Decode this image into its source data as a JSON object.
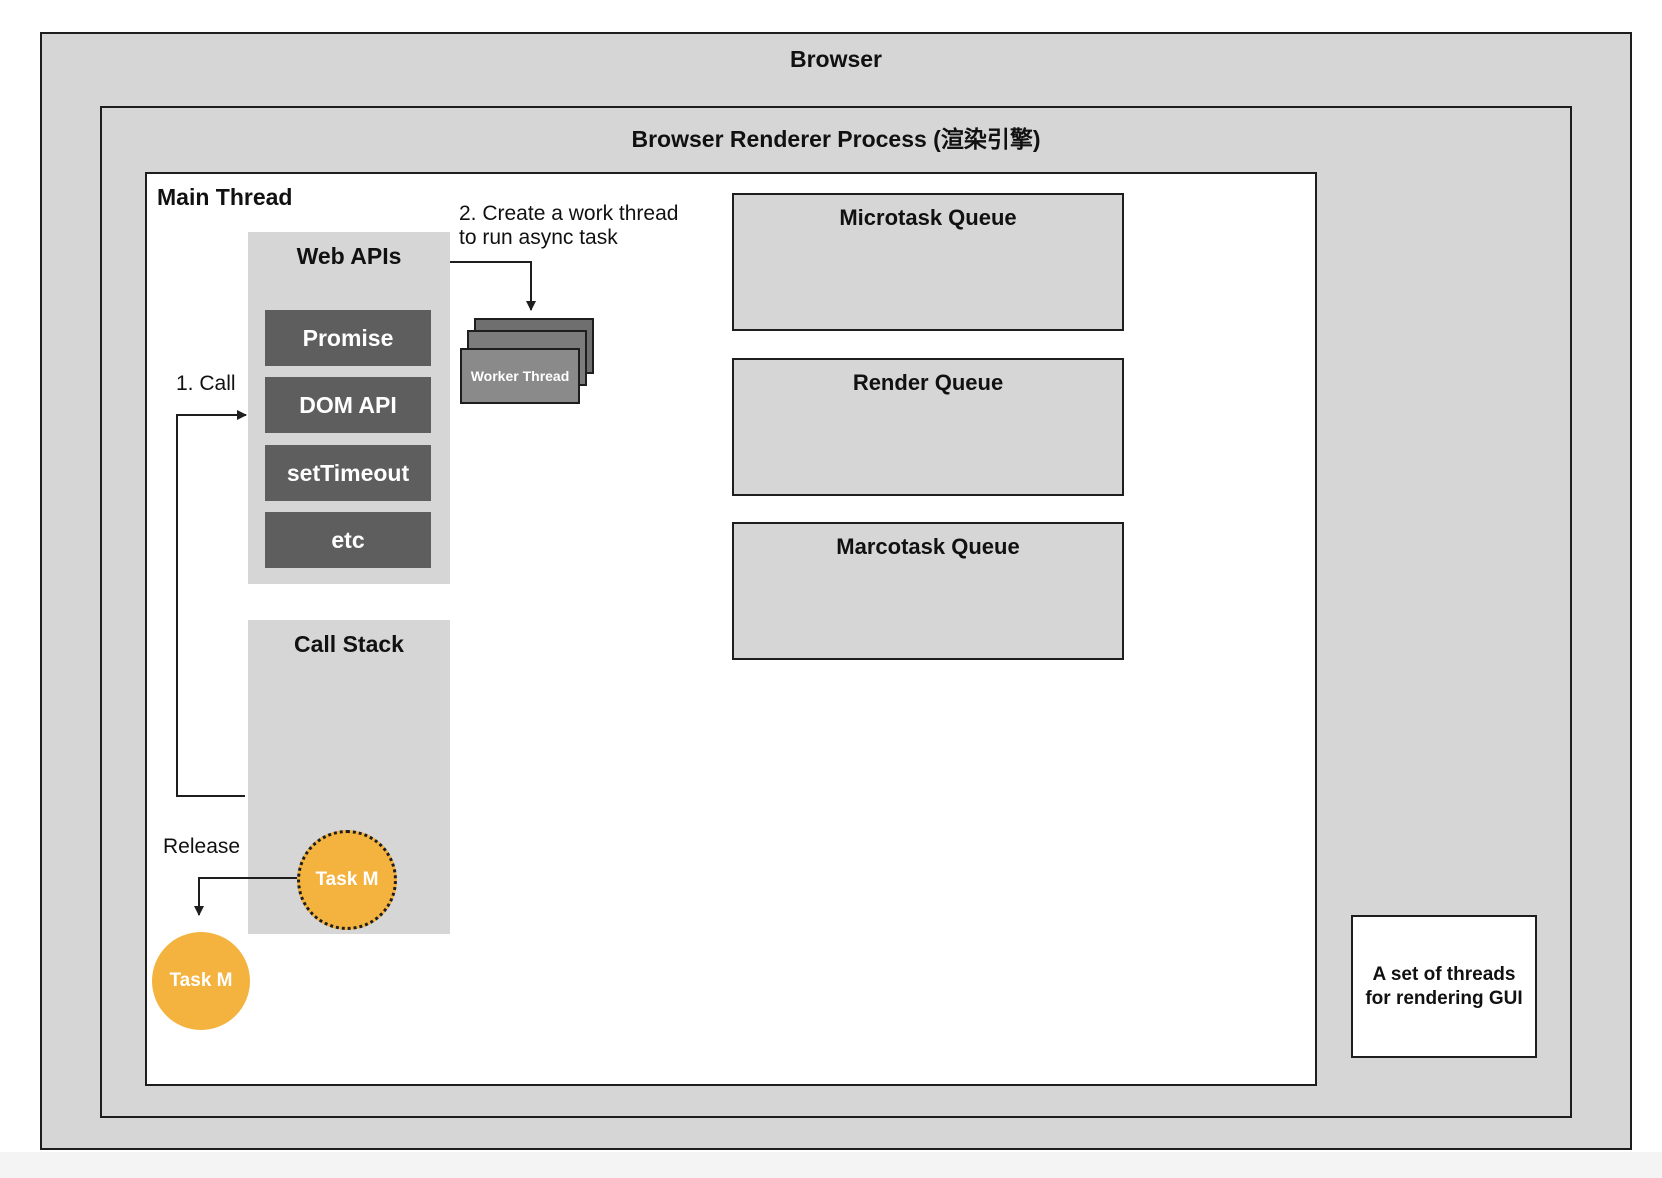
{
  "browser": {
    "title": "Browser"
  },
  "renderer": {
    "title": "Browser Renderer Process (渲染引擎)"
  },
  "main_thread": {
    "title": "Main Thread"
  },
  "web_apis": {
    "title": "Web APIs",
    "items": [
      "Promise",
      "DOM API",
      "setTimeout",
      "etc"
    ]
  },
  "call_stack": {
    "title": "Call Stack"
  },
  "worker": {
    "label": "Worker Thread"
  },
  "steps": {
    "call": "1. Call",
    "create_line1": "2. Create a work thread",
    "create_line2": "to run async task",
    "release": "Release"
  },
  "task": {
    "stack_label": "Task M",
    "released_label": "Task M",
    "color": "#f4b23e"
  },
  "queues": [
    "Microtask Queue",
    "Render Queue",
    "Marcotask Queue"
  ],
  "gui_threads": {
    "line1": "A set of threads",
    "line2": "for rendering GUI"
  },
  "colors": {
    "container": "#d6d6d6",
    "api_button": "#5e5e5e",
    "worker": "#8a8a8a",
    "border": "#1e1e1e"
  }
}
